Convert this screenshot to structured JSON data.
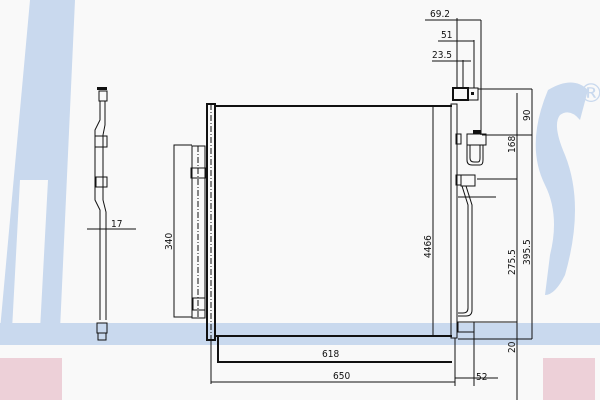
{
  "watermark": {
    "brand_mark": "NISSENS",
    "registered": "®",
    "colors": {
      "blue": "#c9d9ee",
      "pink": "#edd0d8"
    }
  },
  "dimensions": {
    "side_thickness": "17",
    "drier_length": "340",
    "core_height": "4466",
    "core_width": "618",
    "overall_width": "650",
    "pipe_offset": "52",
    "top_69": "69.2",
    "top_51": "51",
    "top_23": "23.5",
    "right_90": "90",
    "right_168": "168",
    "right_275": "275.5",
    "right_395": "395.5",
    "right_20": "20"
  }
}
